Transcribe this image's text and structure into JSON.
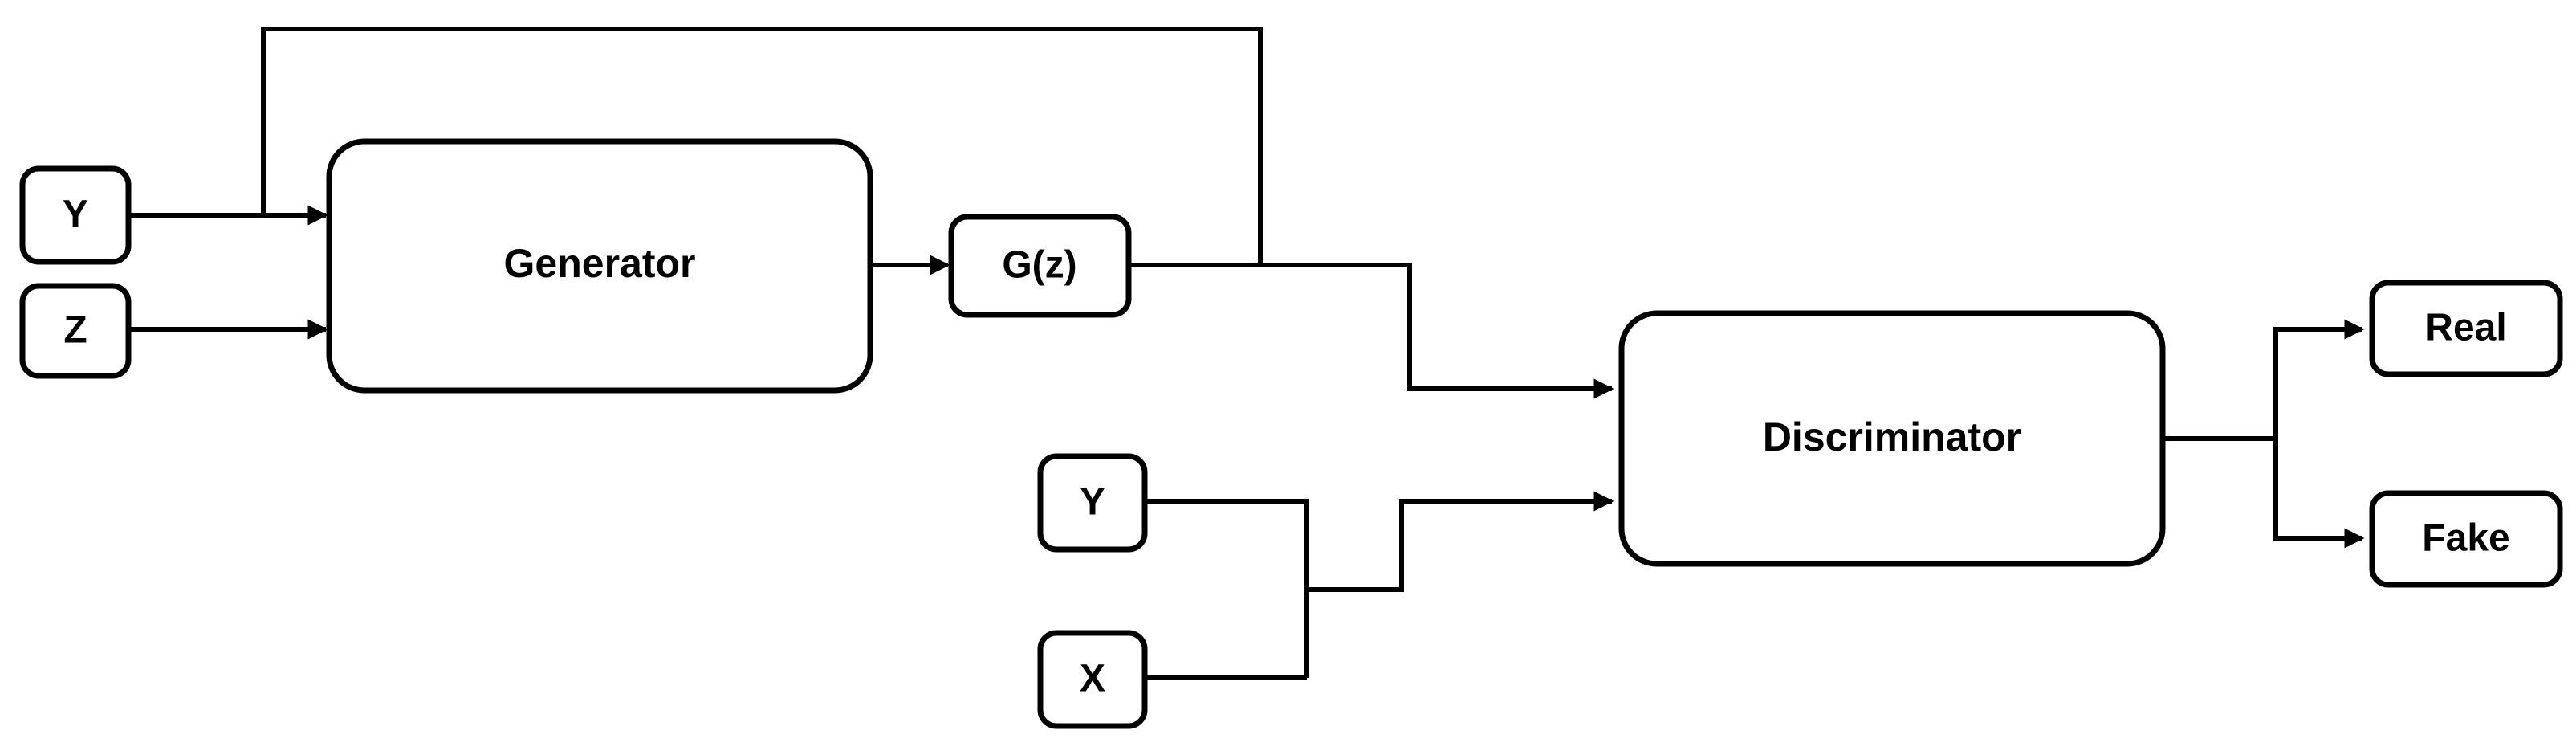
{
  "colors": {
    "stroke": "#000000",
    "background": "#ffffff"
  },
  "inputs": {
    "y_top": "Y",
    "z": "Z",
    "y_bottom": "Y",
    "x": "X"
  },
  "blocks": {
    "generator": "Generator",
    "generated_sample": "G(z)",
    "discriminator": "Discriminator"
  },
  "outputs": {
    "real": "Real",
    "fake": "Fake"
  }
}
